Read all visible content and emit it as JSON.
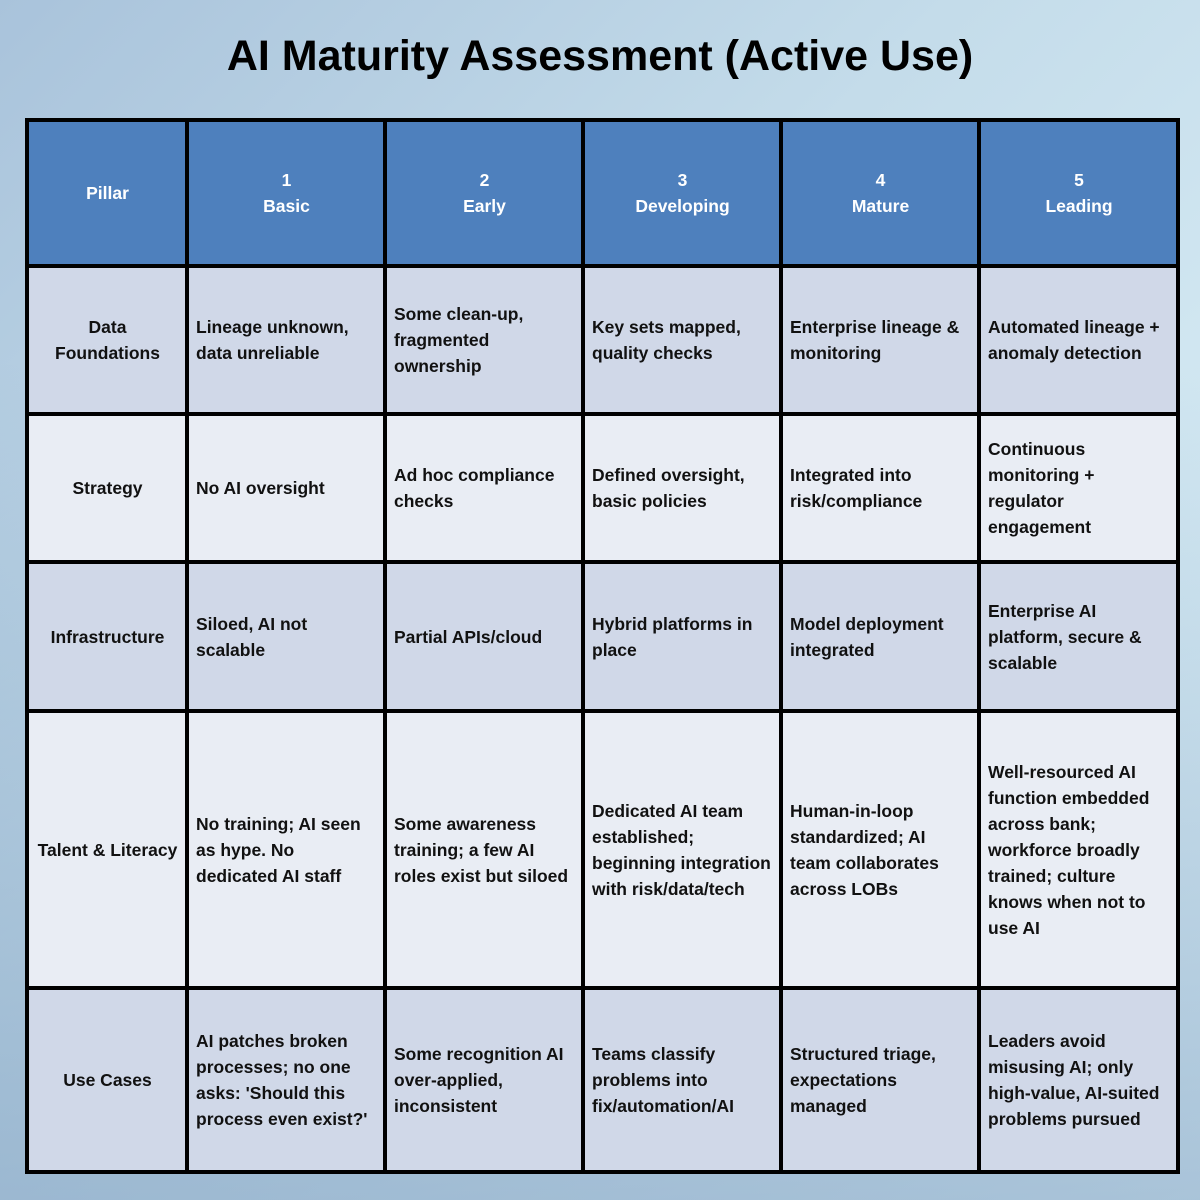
{
  "title": "AI Maturity Assessment (Active Use)",
  "headers": [
    {
      "num": "",
      "label": "Pillar"
    },
    {
      "num": "1",
      "label": "Basic"
    },
    {
      "num": "2",
      "label": "Early"
    },
    {
      "num": "3",
      "label": "Developing"
    },
    {
      "num": "4",
      "label": "Mature"
    },
    {
      "num": "5",
      "label": "Leading"
    }
  ],
  "rows": [
    {
      "pillar": "Data Foundations",
      "cells": [
        "Lineage unknown, data unreliable",
        "Some clean-up, fragmented ownership",
        "Key sets mapped, quality checks",
        "Enterprise lineage & monitoring",
        "Automated lineage + anomaly detection"
      ]
    },
    {
      "pillar": "Strategy",
      "cells": [
        "No AI oversight",
        "Ad hoc compliance checks",
        "Defined oversight, basic policies",
        "Integrated into risk/compliance",
        "Continuous monitoring + regulator engagement"
      ]
    },
    {
      "pillar": "Infrastructure",
      "cells": [
        "Siloed, AI not scalable",
        "Partial APIs/cloud",
        "Hybrid platforms in place",
        "Model deployment integrated",
        "Enterprise AI platform, secure & scalable"
      ]
    },
    {
      "pillar": "Talent & Literacy",
      "cells": [
        "No training; AI seen as hype. No dedicated AI staff",
        "Some awareness training; a few AI roles exist but siloed",
        "Dedicated AI team established; beginning integration with risk/data/tech",
        "Human-in-loop standardized; AI team collaborates across LOBs",
        "Well-resourced AI function embedded across bank; workforce broadly trained; culture knows when not to use AI"
      ]
    },
    {
      "pillar": "Use Cases",
      "cells": [
        "AI patches broken processes; no one asks: 'Should this process even exist?'",
        "Some recognition AI over-applied, inconsistent",
        "Teams classify problems into fix/automation/AI",
        "Structured triage, expectations managed",
        "Leaders avoid misusing AI; only high-value, AI-suited problems pursued"
      ]
    }
  ]
}
